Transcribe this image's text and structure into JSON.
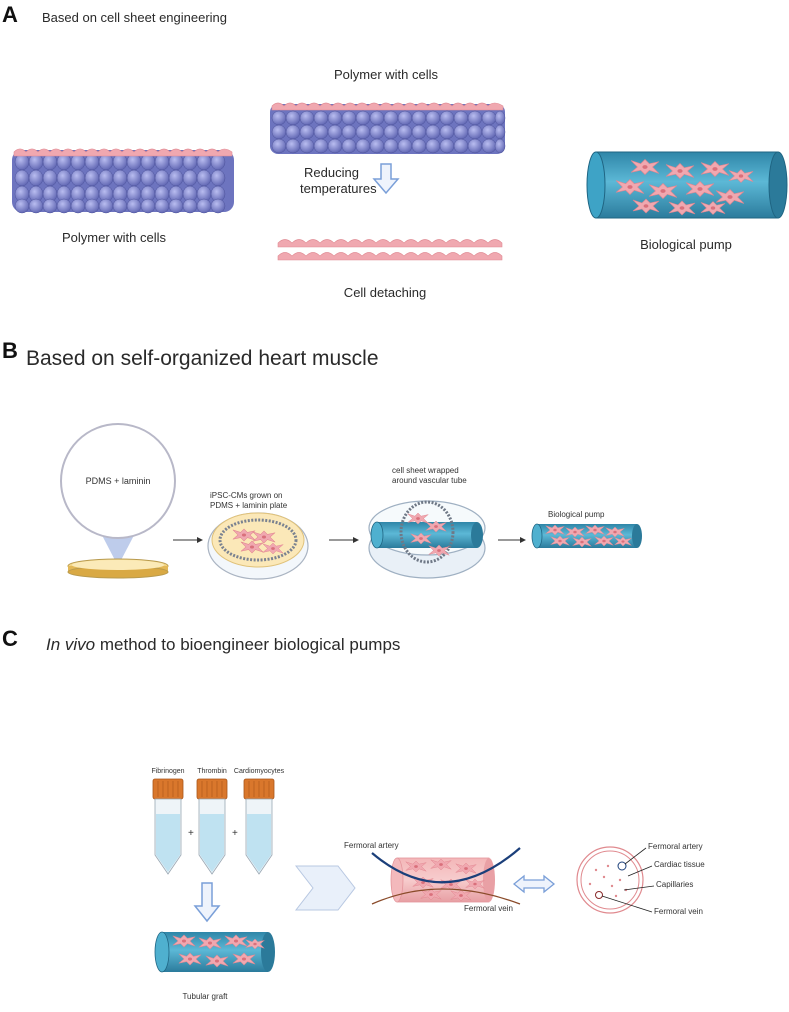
{
  "panel_a": {
    "letter": "A",
    "title": "Based on cell sheet engineering",
    "left_label": "Polymer with cells",
    "middle_label": "Polymer with cells",
    "arrow_label_line1": "Reducing",
    "arrow_label_line2": "temperatures",
    "detach_label": "Cell detaching",
    "pump_label": "Biological pump"
  },
  "panel_b": {
    "letter": "B",
    "title": "Based on self-organized heart muscle",
    "magnifier_label": "PDMS + laminin",
    "dish2_line1": "iPSC-CMs grown on",
    "dish2_line2": "PDMS + laminin plate",
    "dish3_line1": "cell sheet wrapped",
    "dish3_line2": "around vascular tube",
    "pump_label": "Biological pump"
  },
  "panel_c": {
    "letter": "C",
    "title_italic": "In vivo",
    "title_rest": " method to bioengineer biological pumps",
    "tube1_label": "Fibrinogen",
    "tube2_label": "Thrombin",
    "tube3_label": "Cardiomyocytes",
    "plus": "+",
    "graft_label": "Tubular graft",
    "artery_label": "Fermoral artery",
    "vein_label": "Fermoral vein",
    "cross_artery": "Fermoral artery",
    "cross_tissue": "Cardiac tissue",
    "cross_capillaries": "Capillaries",
    "cross_vein": "Fermoral vein"
  },
  "colors": {
    "polymer": "#7f86c9",
    "cell_pink": "#f2a7ae",
    "tube_blue": "#3e9fc0",
    "arrow_outline": "#7a9fd8",
    "tube_cap": "#d9772c",
    "artery_blue": "#1b3f7a",
    "vein_brown": "#8a4b2a"
  }
}
